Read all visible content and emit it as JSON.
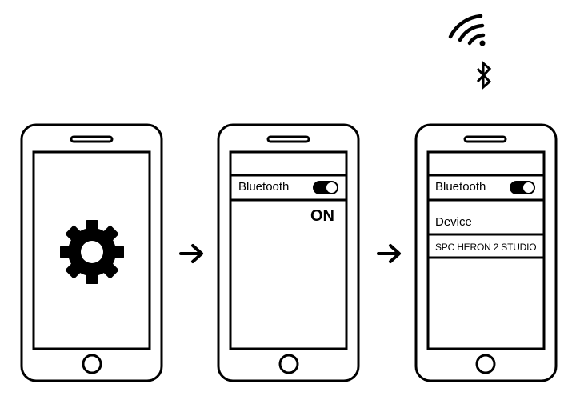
{
  "steps": [
    {
      "screen": "settings",
      "icon": "gear-icon"
    },
    {
      "screen": "bluetooth-toggle",
      "bluetooth_label": "Bluetooth",
      "toggle_state": "ON",
      "toggle_icon": "toggle-on-icon"
    },
    {
      "screen": "device-list",
      "bluetooth_label": "Bluetooth",
      "toggle_icon": "toggle-on-icon",
      "device_heading": "Device",
      "device_item": "SPC HERON 2 STUDIO"
    }
  ],
  "signal_icons": [
    "wifi-icon",
    "bluetooth-icon"
  ],
  "arrow_icon": "arrow-right-icon",
  "colors": {
    "stroke": "#000000",
    "background": "#ffffff"
  }
}
